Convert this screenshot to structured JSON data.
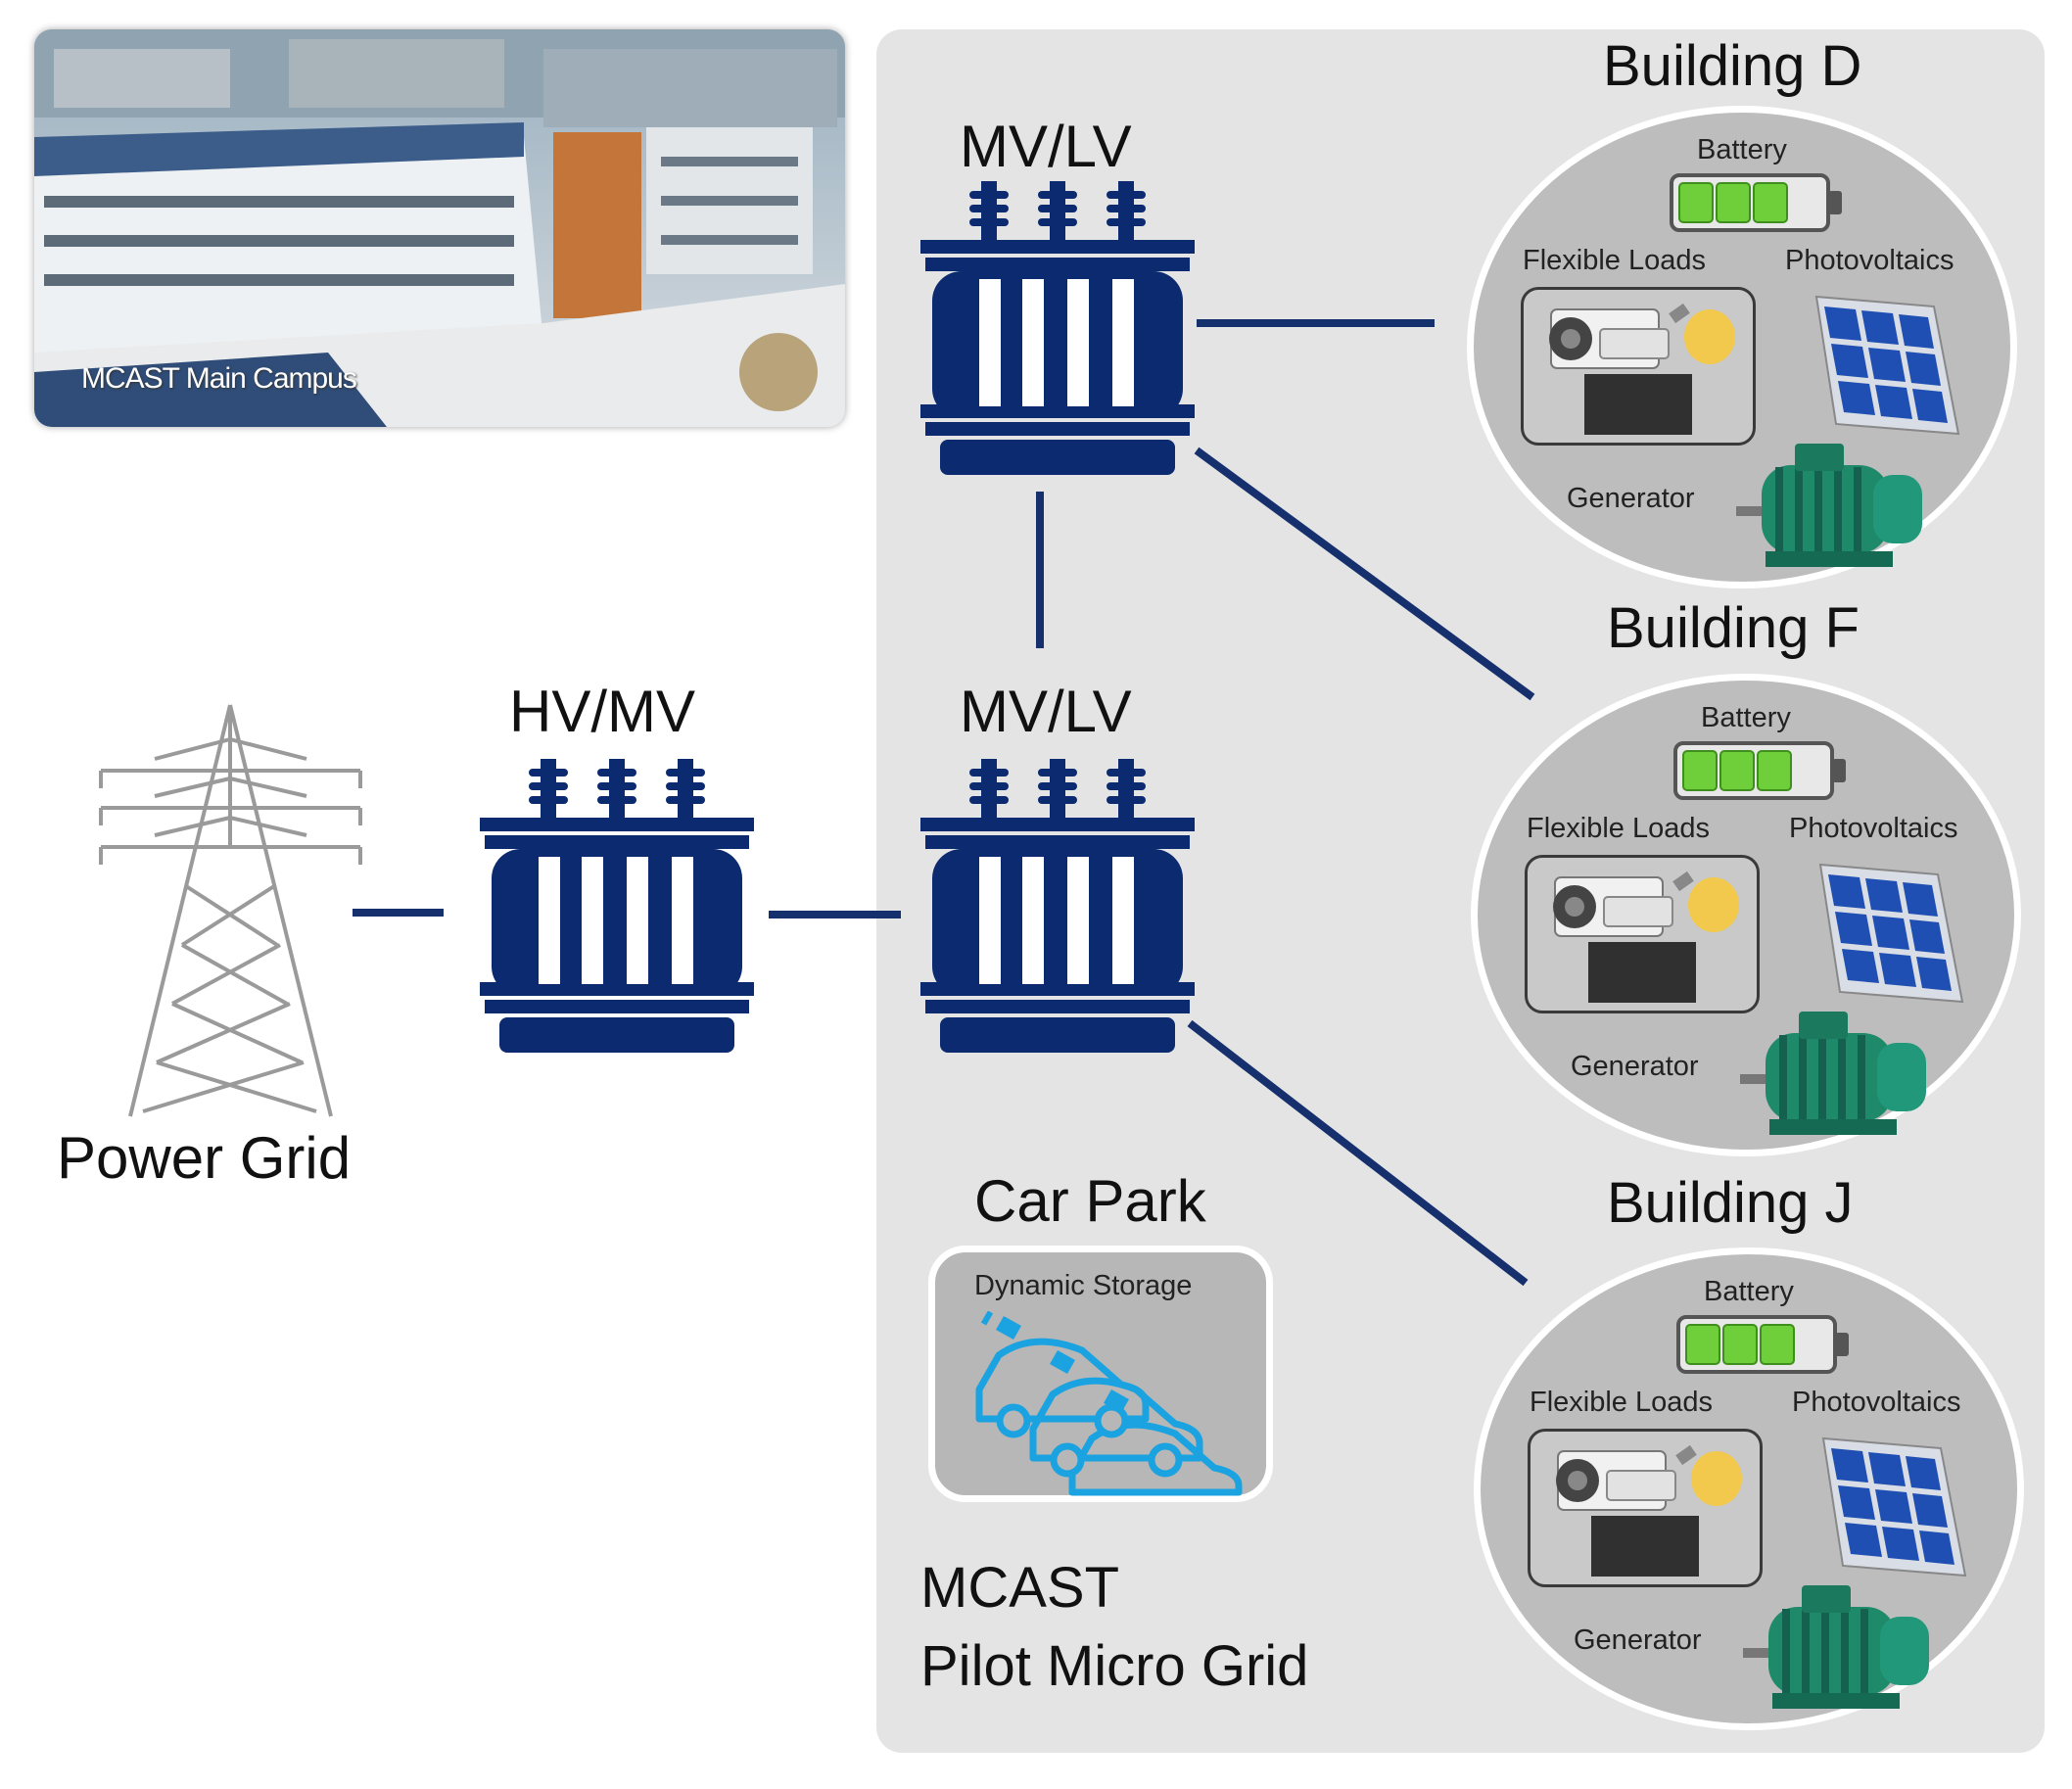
{
  "campus_photo": {
    "caption": "MCAST Main Campus"
  },
  "power_grid": {
    "label": "Power Grid"
  },
  "transformers": {
    "hv_mv": {
      "label": "HV/MV"
    },
    "mv_lv_top": {
      "label": "MV/LV"
    },
    "mv_lv_bottom": {
      "label": "MV/LV"
    }
  },
  "buildings": [
    {
      "title": "Building D",
      "battery": "Battery",
      "flexible_loads": "Flexible Loads",
      "photovoltaics": "Photovoltaics",
      "generator": "Generator",
      "battery_level": 0.75
    },
    {
      "title": "Building F",
      "battery": "Battery",
      "flexible_loads": "Flexible Loads",
      "photovoltaics": "Photovoltaics",
      "generator": "Generator",
      "battery_level": 0.75
    },
    {
      "title": "Building J",
      "battery": "Battery",
      "flexible_loads": "Flexible Loads",
      "photovoltaics": "Photovoltaics",
      "generator": "Generator",
      "battery_level": 0.75
    }
  ],
  "car_park": {
    "title": "Car Park",
    "storage": "Dynamic Storage"
  },
  "micro_grid": {
    "line1": "MCAST",
    "line2": "Pilot Micro Grid"
  },
  "colors": {
    "transformer": "#0b2a6f",
    "line": "#16306e",
    "battery": "#6fcf3a",
    "ev": "#1aa3e0",
    "motor": "#1f8a6a",
    "panel": "#e4e4e4"
  }
}
